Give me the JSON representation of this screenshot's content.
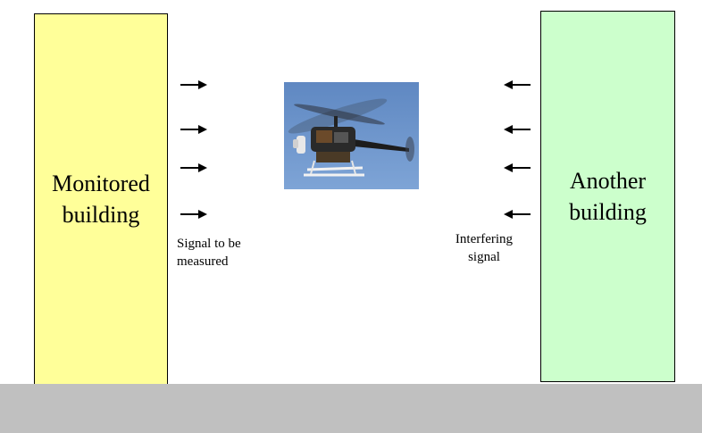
{
  "buildings": {
    "left": {
      "label": "Monitored\nbuilding",
      "color": "#ffff99"
    },
    "right": {
      "label": "Another\nbuilding",
      "color": "#ccffcc"
    }
  },
  "signals": {
    "measured_label": "Signal to be\nmeasured",
    "interfering_label": "Interfering\nsignal",
    "left_arrow_count": 4,
    "right_arrow_count": 4
  },
  "photo": {
    "subject": "helicopter",
    "sky_color": "#6f95c9"
  },
  "ground": {
    "color": "#c0c0c0"
  }
}
